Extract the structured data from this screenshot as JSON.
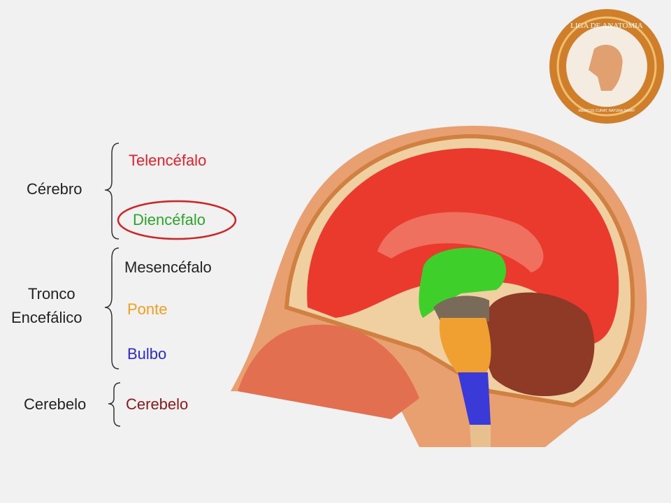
{
  "groups": {
    "cerebro": "Cérebro",
    "tronco_line1": "Tronco",
    "tronco_line2": "Encefálico",
    "cerebelo": "Cerebelo"
  },
  "parts": {
    "telencefalo": {
      "label": "Telencéfalo",
      "color": "#e8202a"
    },
    "diencefalo": {
      "label": "Diencéfalo",
      "color": "#2aa52a"
    },
    "mesencefalo": {
      "label": "Mesencéfalo",
      "color": "#222222"
    },
    "ponte": {
      "label": "Ponte",
      "color": "#f0a020"
    },
    "bulbo": {
      "label": "Bulbo",
      "color": "#2a2ad8"
    },
    "cerebelo": {
      "label": "Cerebelo",
      "color": "#8b1a1a"
    }
  },
  "highlight": {
    "target": "Diencéfalo",
    "color": "#d42020"
  },
  "logo": {
    "top_text": "LIGA DE ANATOMIA",
    "bottom_text": "MEDICUS CURAT, NATURA SANAT"
  }
}
